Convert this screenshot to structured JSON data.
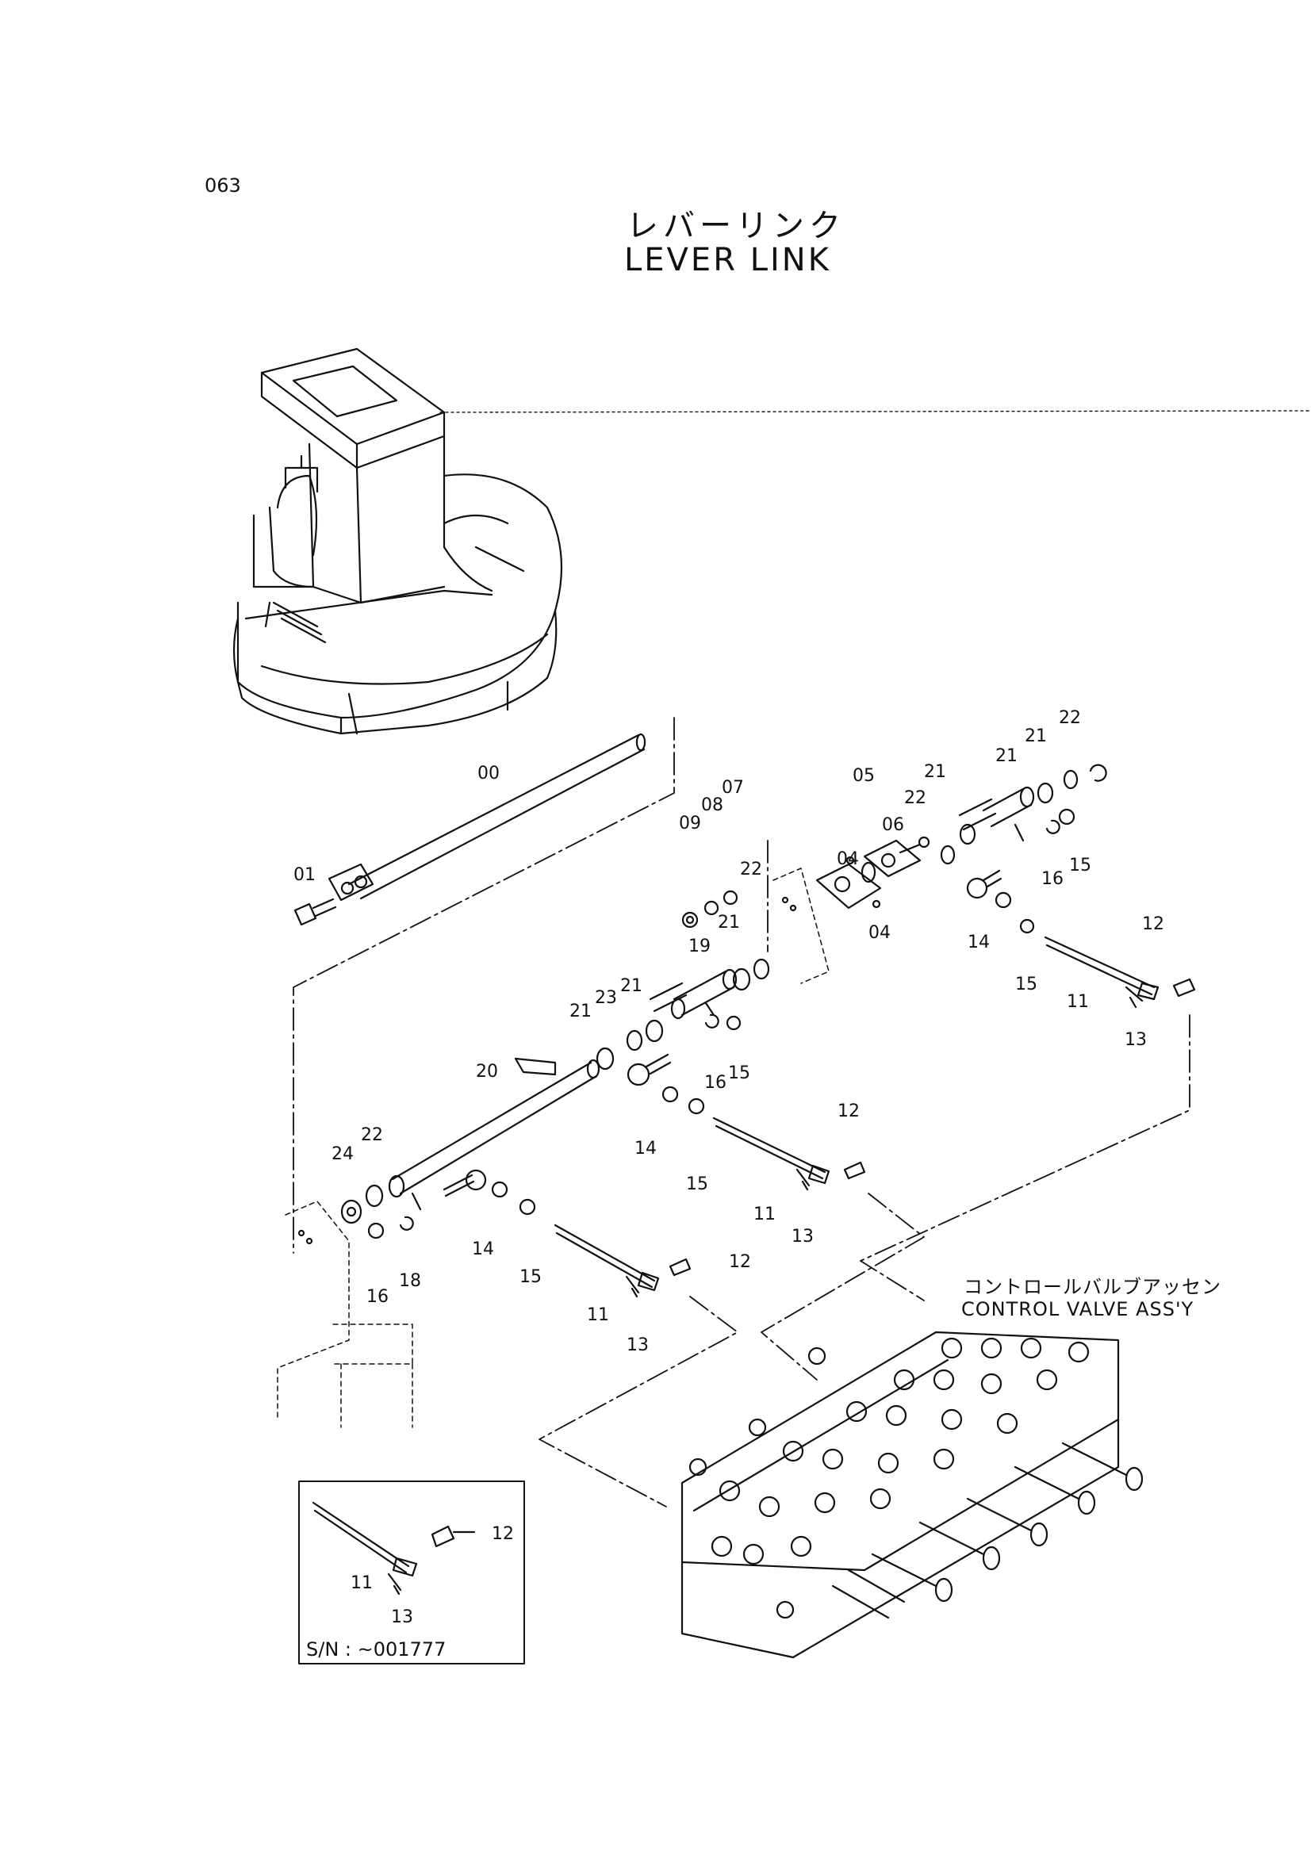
{
  "page_number": "063",
  "title_jp": "レバーリンク",
  "title_en": "LEVER LINK",
  "control_valve_jp": "コントロールバルブアッセン",
  "control_valve_en": "CONTROL VALVE ASS'Y",
  "inset_serial": "S/N : ~001777",
  "callouts": [
    "00",
    "01",
    "04",
    "04",
    "05",
    "06",
    "07",
    "08",
    "09",
    "11",
    "11",
    "11",
    "11",
    "12",
    "12",
    "12",
    "12",
    "13",
    "13",
    "13",
    "13",
    "14",
    "14",
    "14",
    "15",
    "15",
    "15",
    "15",
    "15",
    "16",
    "16",
    "16",
    "18",
    "19",
    "20",
    "21",
    "21",
    "21",
    "21",
    "21",
    "21",
    "22",
    "22",
    "22",
    "22",
    "23",
    "24"
  ]
}
